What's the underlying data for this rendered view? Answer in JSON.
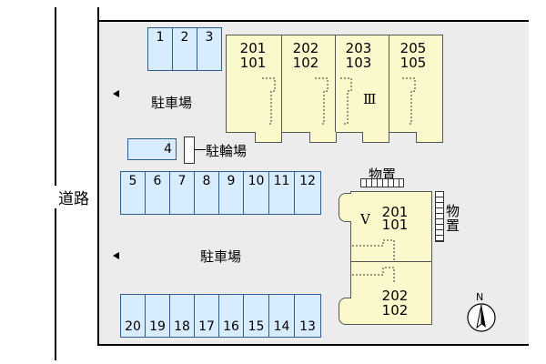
{
  "road": {
    "label": "道路"
  },
  "parking_top": {
    "label": "駐車場"
  },
  "parking_bottom": {
    "label": "駐車場"
  },
  "bicycle_parking": {
    "label": "駐輪場"
  },
  "storage_top": {
    "label": "物置"
  },
  "storage_side": {
    "label": "物置"
  },
  "spaces_top": [
    "1",
    "2",
    "3"
  ],
  "space_single": "4",
  "spaces_mid": [
    "5",
    "6",
    "7",
    "8",
    "9",
    "10",
    "11",
    "12"
  ],
  "spaces_bottom": [
    "20",
    "19",
    "18",
    "17",
    "16",
    "15",
    "14",
    "13"
  ],
  "building_iii": {
    "name": "Ⅲ",
    "units": [
      {
        "upper": "201",
        "lower": "101"
      },
      {
        "upper": "202",
        "lower": "102"
      },
      {
        "upper": "203",
        "lower": "103"
      },
      {
        "upper": "205",
        "lower": "105"
      }
    ]
  },
  "building_v": {
    "name": "V",
    "units": [
      {
        "upper": "201",
        "lower": "101"
      },
      {
        "upper": "202",
        "lower": "102"
      }
    ]
  },
  "compass": {
    "label": "N"
  }
}
